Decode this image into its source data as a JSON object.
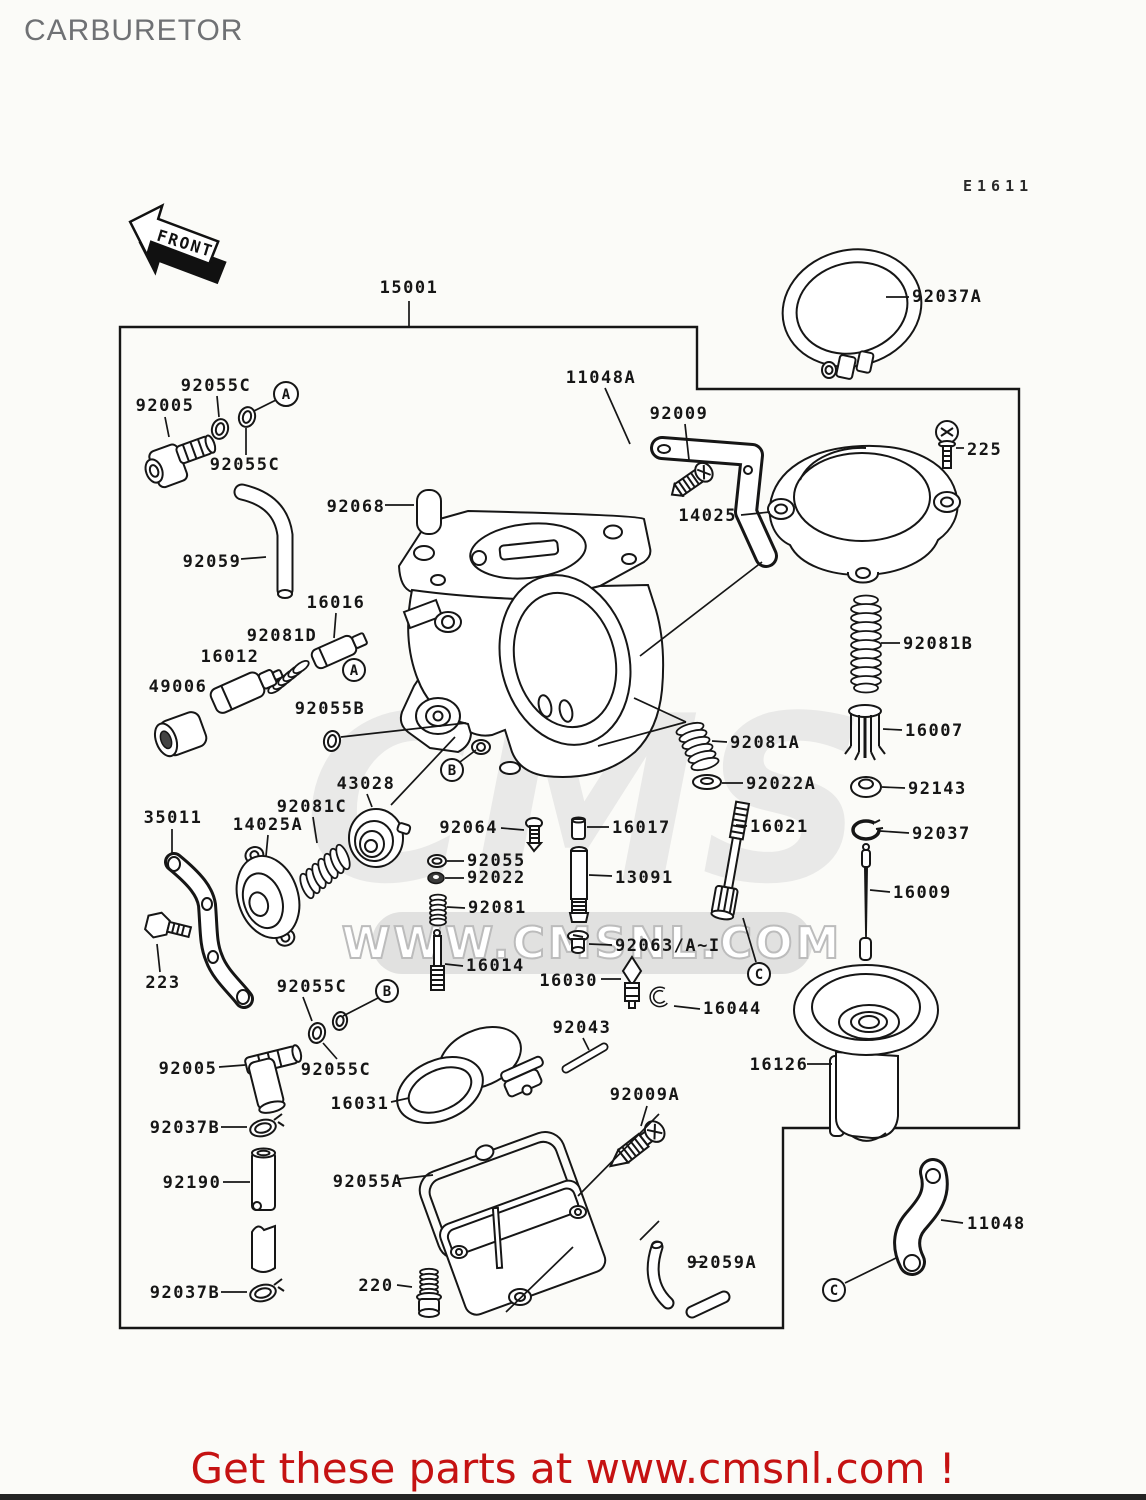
{
  "header": {
    "title": "CARBURETOR"
  },
  "diagram": {
    "code": "E1611",
    "front_arrow": "FRONT",
    "callouts": {
      "a": "A",
      "b": "B",
      "c": "C"
    }
  },
  "watermark": {
    "logo": "CMS",
    "url": "WWW.CMSNL.COM"
  },
  "footer": {
    "message": "Get these parts at www.cmsnl.com !"
  },
  "colors": {
    "footer_red": "#c51212",
    "title_gray": "#6f7174",
    "line_black": "#161616"
  },
  "parts": {
    "15001": "15001",
    "92037A": "92037A",
    "92055C": "92055C",
    "92005": "92005",
    "11048A": "11048A",
    "92009": "92009",
    "225": "225",
    "14025": "14025",
    "92068": "92068",
    "92059": "92059",
    "16016": "16016",
    "92081D": "92081D",
    "16012": "16012",
    "49006": "49006",
    "92055B": "92055B",
    "92081B": "92081B",
    "16007": "16007",
    "92143": "92143",
    "92037": "92037",
    "16009": "16009",
    "92081A": "92081A",
    "92022A": "92022A",
    "16021": "16021",
    "43028": "43028",
    "92081C": "92081C",
    "35011": "35011",
    "14025A": "14025A",
    "92064": "92064",
    "16017": "16017",
    "92055": "92055",
    "92022": "92022",
    "13091": "13091",
    "92081": "92081",
    "223": "223",
    "16014": "16014",
    "92063A": "92063/A~I",
    "16030": "16030",
    "16044": "16044",
    "92043": "92043",
    "16126": "16126",
    "16031": "16031",
    "92009A": "92009A",
    "92037B": "92037B",
    "92190": "92190",
    "92055A": "92055A",
    "11048": "11048",
    "220": "220",
    "92059A": "92059A"
  }
}
